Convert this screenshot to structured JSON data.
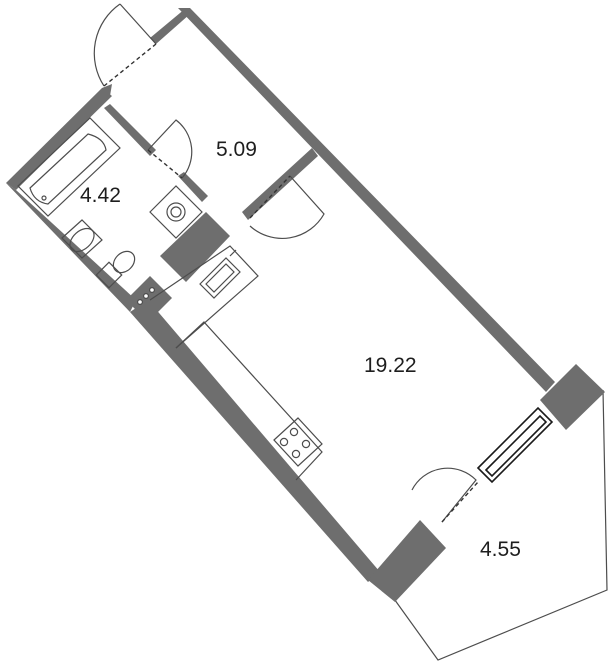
{
  "rooms": {
    "hallway": {
      "area": "5.09"
    },
    "bathroom": {
      "area": "4.42"
    },
    "living": {
      "area": "19.22"
    },
    "balcony": {
      "area": "4.55"
    }
  }
}
